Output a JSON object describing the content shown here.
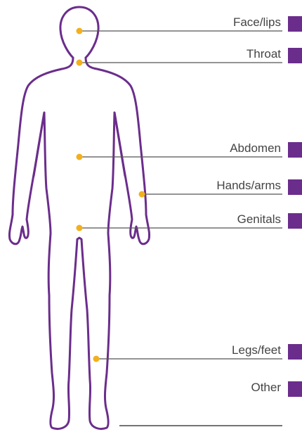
{
  "colors": {
    "outline": "#6b2d8c",
    "dot": "#f2b01e",
    "line": "#555555",
    "text": "#444444",
    "swatch": "#6b2d8c",
    "bottom_line": "#222222"
  },
  "body_areas": [
    {
      "label": "Face/lips"
    },
    {
      "label": "Throat"
    },
    {
      "label": "Abdomen"
    },
    {
      "label": "Hands/arms"
    },
    {
      "label": "Genitals"
    },
    {
      "label": "Legs/feet"
    },
    {
      "label": "Other"
    }
  ]
}
